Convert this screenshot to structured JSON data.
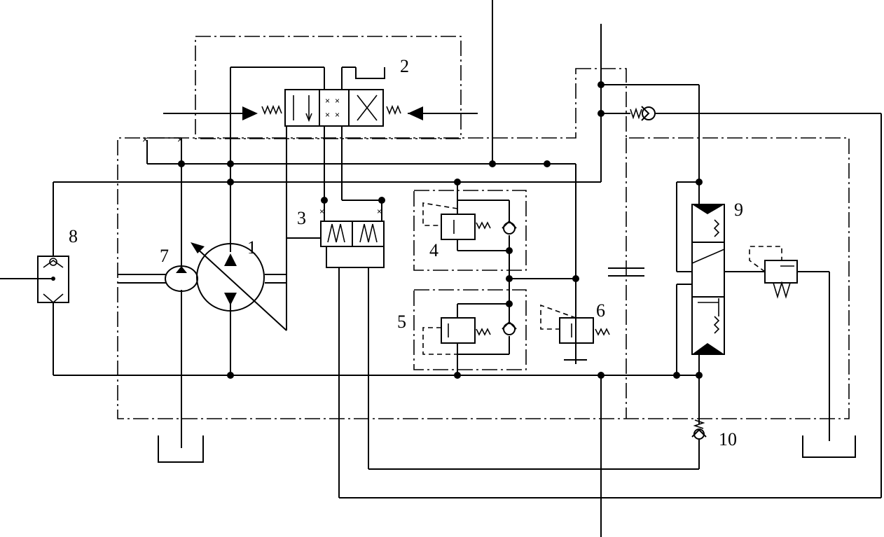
{
  "diagram": {
    "labels": {
      "pump_variable": "1",
      "directional_valve": "2",
      "shuttle_valve": "3",
      "relief_check_valve_a": "4",
      "relief_check_valve_b": "5",
      "charge_relief_valve": "6",
      "charge_pump": "7",
      "pressure_select_valve": "8",
      "flushing_valve": "9",
      "check_valve": "10"
    }
  }
}
